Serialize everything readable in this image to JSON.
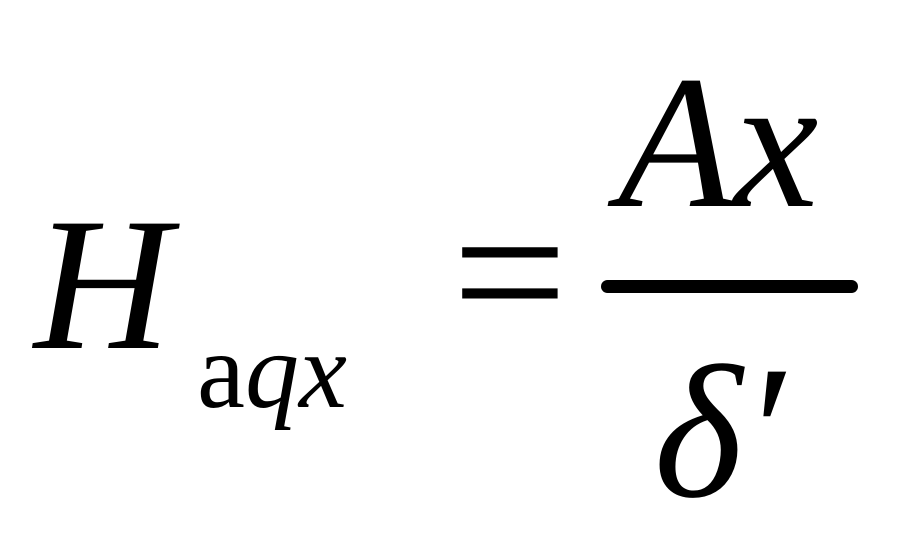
{
  "equation": {
    "lhs_variable": "H",
    "subscript_upright": "a",
    "subscript_italic": "qx",
    "operator": "=",
    "numerator": "Ax",
    "denominator": "δ′"
  },
  "colors": {
    "ink": "#000000",
    "background": "#ffffff"
  }
}
